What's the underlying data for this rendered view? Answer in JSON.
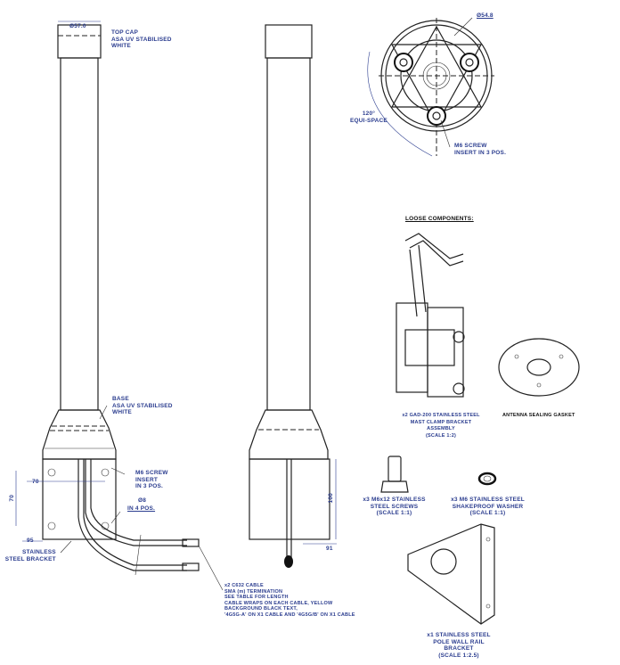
{
  "front_view": {
    "top_cap_dim": "Ø57.0",
    "top_cap_label": [
      "TOP CAP",
      "ASA UV STABILISED",
      "WHITE"
    ],
    "base_label": [
      "BASE",
      "ASA UV STABILISED",
      "WHITE"
    ],
    "screw_insert_label": [
      "M6 SCREW",
      "INSERT",
      "IN 3 POS."
    ],
    "hole_dim": "Ø8",
    "hole_label": "IN 4 POS.",
    "dim_70_horizontal": "70",
    "dim_70_vertical": "70",
    "dim_95": "95",
    "bracket_label": [
      "STAINLESS",
      "STEEL BRACKET"
    ],
    "cable_label": [
      "x2 C632 CABLE",
      "SMA (m) TERMINATION",
      "SEE TABLE FOR LENGTH",
      "CABLE WRAPS ON EACH CABLE, YELLOW",
      "BACKGROUND BLACK TEXT,",
      "'4G5G-A' ON X1 CABLE AND '4G5G/B' ON X1 CABLE"
    ]
  },
  "side_view": {
    "dim_100": "100",
    "dim_91": "91"
  },
  "top_view": {
    "diameter": "Ø54.8",
    "angle_label": [
      "120°",
      "EQUI-SPACE"
    ],
    "insert_label": [
      "M6 SCREW",
      "INSERT IN 3 POS."
    ]
  },
  "loose_components": {
    "title": "LOOSE COMPONENTS:",
    "mast_clamp": [
      "x2 GAD-200 STAINLESS STEEL",
      "MAST CLAMP BRACKET",
      "ASSEMBLY",
      "(SCALE 1:2)"
    ],
    "gasket": "ANTENNA SEALING GASKET",
    "screws": [
      "x3 M6x12 STAINLESS",
      "STEEL SCREWS",
      "(SCALE 1:1)"
    ],
    "washer": [
      "x3 M6 STAINLESS STEEL",
      "SHAKEPROOF WASHER",
      "(SCALE 1:1)"
    ],
    "pole_bracket": [
      "x1 STAINLESS STEEL",
      "POLE WALL RAIL",
      "BRACKET",
      "(SCALE 1:2.5)"
    ]
  }
}
